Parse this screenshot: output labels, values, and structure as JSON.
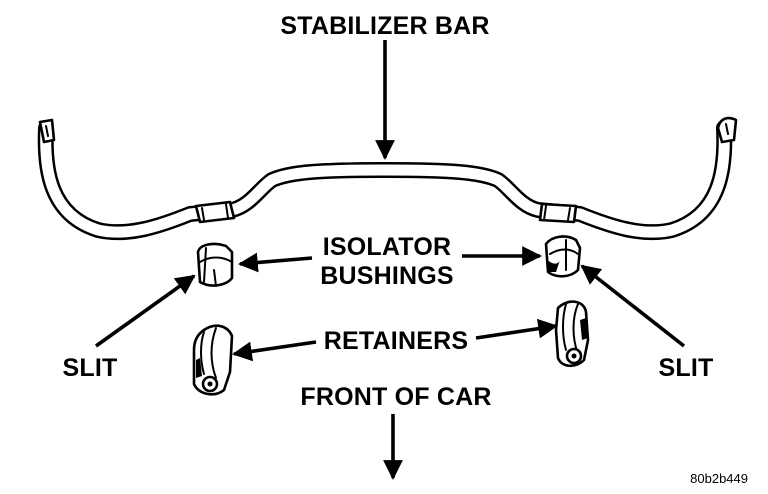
{
  "labels": {
    "stabilizer_bar": "STABILIZER BAR",
    "isolator_line1": "ISOLATOR",
    "isolator_line2": "BUSHINGS",
    "retainers": "RETAINERS",
    "slit_left": "SLIT",
    "slit_right": "SLIT",
    "front_of_car": "FRONT OF CAR"
  },
  "figure_id": "80b2b449"
}
